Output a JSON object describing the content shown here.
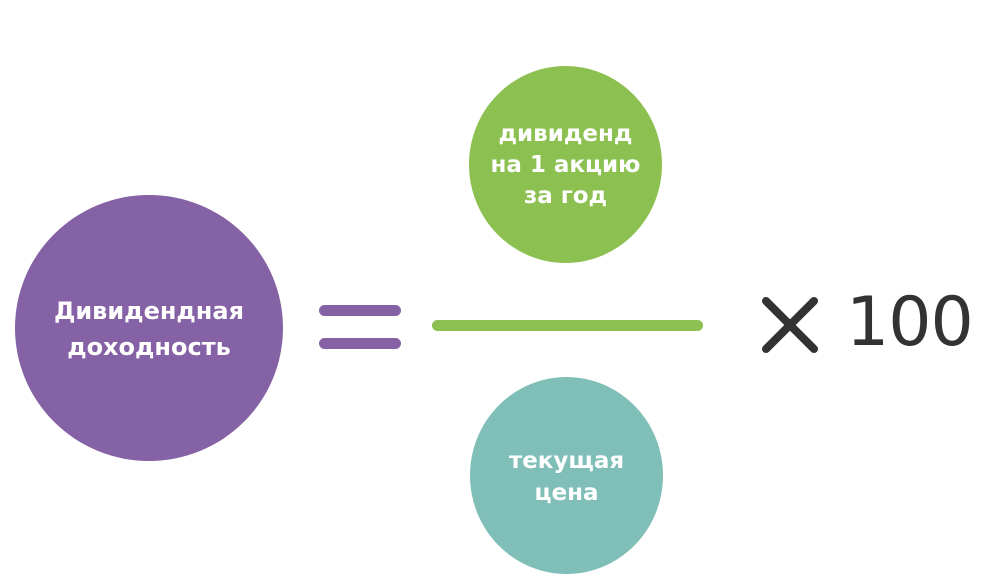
{
  "colors": {
    "purple": "#8561a5",
    "green": "#8cc152",
    "teal": "#7fbfb8",
    "dark": "#333333",
    "white": "#ffffff"
  },
  "formula": {
    "result": {
      "lines": [
        "Дивидендная",
        "доходность"
      ],
      "color": "#8561a5"
    },
    "equals": {
      "icon": "equals-icon",
      "color": "#8561a5"
    },
    "numerator": {
      "lines": [
        "дивиденд",
        "на 1 акцию",
        "за год"
      ],
      "color": "#8cc152"
    },
    "fraction_bar": {
      "color": "#8cc152"
    },
    "denominator": {
      "lines": [
        "текущая",
        "цена"
      ],
      "color": "#7fbfb8"
    },
    "multiply": {
      "icon": "multiply-icon",
      "color": "#333333"
    },
    "multiplier": "100"
  }
}
